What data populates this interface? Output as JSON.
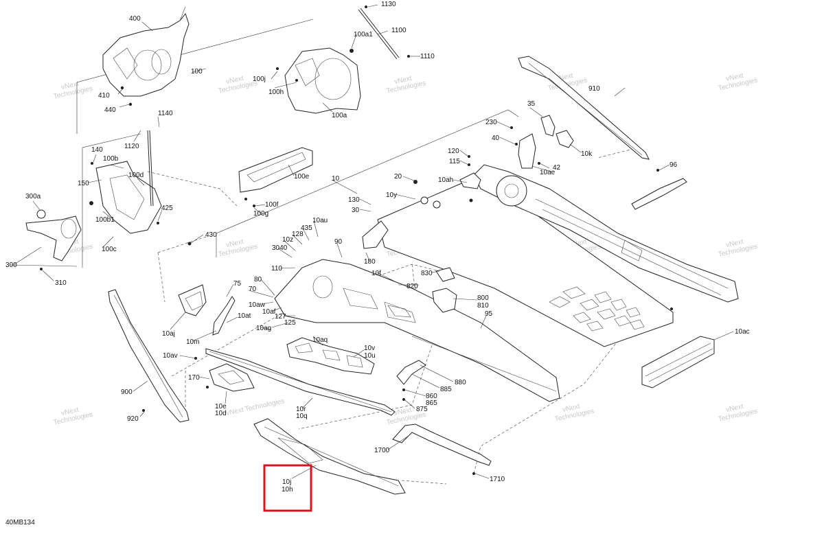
{
  "diagram_code": "40MB134",
  "watermark": {
    "line1": "vNext",
    "line2": "Technologies",
    "inline": "vNext Technologies"
  },
  "highlight_color": "#d6161c",
  "callouts": [
    {
      "id": "c1130",
      "text": "1130"
    },
    {
      "id": "c1100",
      "text": "1100"
    },
    {
      "id": "c100a1",
      "text": "100a1"
    },
    {
      "id": "c1110",
      "text": "1110"
    },
    {
      "id": "c400",
      "text": "400"
    },
    {
      "id": "c100",
      "text": "100"
    },
    {
      "id": "c100j",
      "text": "100j"
    },
    {
      "id": "c100h",
      "text": "100h"
    },
    {
      "id": "c100a",
      "text": "100a"
    },
    {
      "id": "c410",
      "text": "410"
    },
    {
      "id": "c440",
      "text": "440"
    },
    {
      "id": "c1140",
      "text": "1140"
    },
    {
      "id": "c1120",
      "text": "1120"
    },
    {
      "id": "c140",
      "text": "140"
    },
    {
      "id": "c100b",
      "text": "100b"
    },
    {
      "id": "c100d",
      "text": "100d"
    },
    {
      "id": "c150",
      "text": "150"
    },
    {
      "id": "c300a",
      "text": "300a"
    },
    {
      "id": "c425",
      "text": "425"
    },
    {
      "id": "c100b1",
      "text": "100b1"
    },
    {
      "id": "c100c",
      "text": "100c"
    },
    {
      "id": "c300",
      "text": "300"
    },
    {
      "id": "c310",
      "text": "310"
    },
    {
      "id": "c430",
      "text": "430"
    },
    {
      "id": "c100e",
      "text": "100e"
    },
    {
      "id": "c100f",
      "text": "100f"
    },
    {
      "id": "c100g",
      "text": "100g"
    },
    {
      "id": "c10",
      "text": "10"
    },
    {
      "id": "c910",
      "text": "910"
    },
    {
      "id": "c35",
      "text": "35"
    },
    {
      "id": "c230",
      "text": "230"
    },
    {
      "id": "c40",
      "text": "40"
    },
    {
      "id": "c10k",
      "text": "10k"
    },
    {
      "id": "c42",
      "text": "42"
    },
    {
      "id": "c10ae",
      "text": "10ae"
    },
    {
      "id": "c120",
      "text": "120"
    },
    {
      "id": "c115",
      "text": "115"
    },
    {
      "id": "c96",
      "text": "96"
    },
    {
      "id": "c20",
      "text": "20"
    },
    {
      "id": "c10ah",
      "text": "10ah"
    },
    {
      "id": "c10y",
      "text": "10y"
    },
    {
      "id": "c130",
      "text": "130"
    },
    {
      "id": "c30",
      "text": "30"
    },
    {
      "id": "c10au",
      "text": "10au"
    },
    {
      "id": "c435",
      "text": "435"
    },
    {
      "id": "c128",
      "text": "128"
    },
    {
      "id": "c10z",
      "text": "10z"
    },
    {
      "id": "c3040",
      "text": "3040"
    },
    {
      "id": "c90",
      "text": "90"
    },
    {
      "id": "c110",
      "text": "110"
    },
    {
      "id": "c180",
      "text": "180"
    },
    {
      "id": "c10f",
      "text": "10f"
    },
    {
      "id": "c830",
      "text": "830"
    },
    {
      "id": "c820",
      "text": "820"
    },
    {
      "id": "c80",
      "text": "80"
    },
    {
      "id": "c70",
      "text": "70"
    },
    {
      "id": "c75",
      "text": "75"
    },
    {
      "id": "c10aw",
      "text": "10aw"
    },
    {
      "id": "c10af",
      "text": "10af"
    },
    {
      "id": "c127",
      "text": "127"
    },
    {
      "id": "c10at",
      "text": "10at"
    },
    {
      "id": "c125",
      "text": "125"
    },
    {
      "id": "c10ag",
      "text": "10ag"
    },
    {
      "id": "c800",
      "text": "800"
    },
    {
      "id": "c810",
      "text": "810"
    },
    {
      "id": "c95",
      "text": "95"
    },
    {
      "id": "c10aj",
      "text": "10aj"
    },
    {
      "id": "c10m",
      "text": "10m"
    },
    {
      "id": "c10aq",
      "text": "10aq"
    },
    {
      "id": "c10ac",
      "text": "10ac"
    },
    {
      "id": "c10av",
      "text": "10av"
    },
    {
      "id": "c10v",
      "text": "10v"
    },
    {
      "id": "c10u",
      "text": "10u"
    },
    {
      "id": "c170",
      "text": "170"
    },
    {
      "id": "c880",
      "text": "880"
    },
    {
      "id": "c885",
      "text": "885"
    },
    {
      "id": "c860",
      "text": "860"
    },
    {
      "id": "c865",
      "text": "865"
    },
    {
      "id": "c875",
      "text": "875"
    },
    {
      "id": "c900",
      "text": "900"
    },
    {
      "id": "c10e",
      "text": "10e"
    },
    {
      "id": "c10d",
      "text": "10d"
    },
    {
      "id": "c10r",
      "text": "10r"
    },
    {
      "id": "c10q",
      "text": "10q"
    },
    {
      "id": "c920",
      "text": "920"
    },
    {
      "id": "c1700",
      "text": "1700"
    },
    {
      "id": "c1710",
      "text": "1710"
    },
    {
      "id": "c10j",
      "text": "10j"
    },
    {
      "id": "c10h",
      "text": "10h"
    }
  ]
}
